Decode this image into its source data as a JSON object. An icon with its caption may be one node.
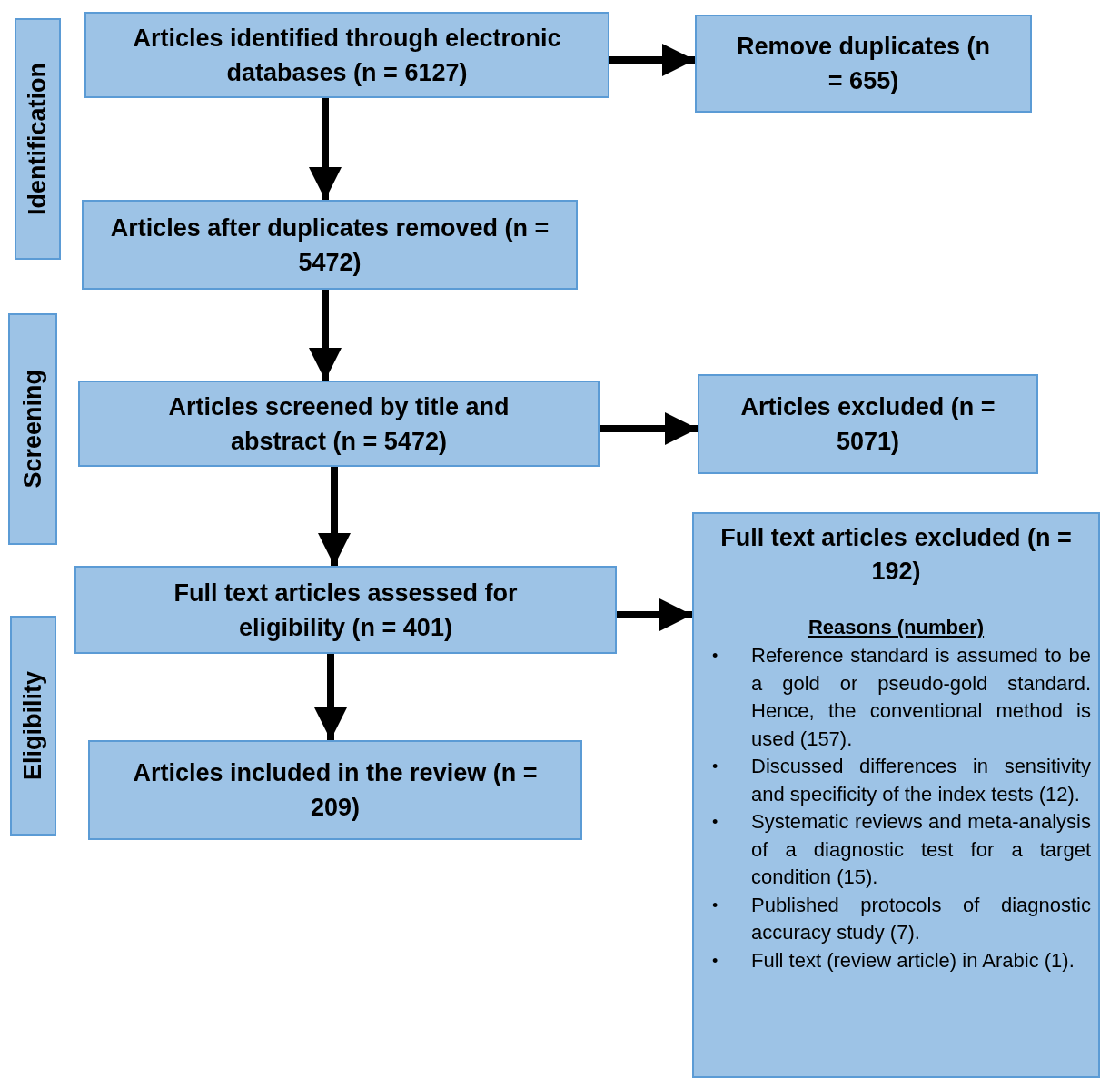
{
  "diagram": {
    "nodes": [
      {
        "text": [
          "Identification"
        ]
      },
      {
        "text": [
          "Articles identified through electronic databases (n = 6127)"
        ]
      },
      {
        "text": [
          "Remove duplicates (n = 655)"
        ]
      },
      {
        "text": [
          "Articles after duplicates removed (n = 5472)"
        ]
      },
      {
        "text": [
          "Screening"
        ]
      },
      {
        "text": [
          "Articles screened by title and abstract (n = 5472)"
        ]
      },
      {
        "text": [
          "Articles excluded (n = 5071)"
        ]
      },
      {
        "text": [
          "Eligibility"
        ]
      },
      {
        "text": [
          "Full text articles assessed for eligibility (n = 401)"
        ]
      },
      {
        "text": [
          "Full text articles excluded (n = 192)",
          "Reasons (number)",
          "•",
          "Reference standard is assumed to be a gold or pseudo-gold standard. Hence, the conventional method is used (157).",
          "•",
          "Discussed differences in sensitivity and specificity of the index tests (12).",
          "•",
          "Systematic reviews and meta-analysis of a diagnostic test for a target condition (15).",
          "•",
          "Published protocols of diagnostic accuracy study (7).",
          "•",
          "Full text (review article) in Arabic (1)."
        ]
      },
      {
        "text": [
          "Articles included in the review (n = 209)"
        ]
      }
    ],
    "edges": [
      {
        "from": 1,
        "to": 2,
        "arrow": "to"
      },
      {
        "from": 1,
        "to": 3,
        "arrow": "to"
      },
      {
        "from": 3,
        "to": 5,
        "arrow": "to"
      },
      {
        "from": 5,
        "to": 6,
        "arrow": "to"
      },
      {
        "from": 5,
        "to": 8,
        "arrow": "to"
      },
      {
        "from": 8,
        "to": 9,
        "arrow": "to"
      },
      {
        "from": 8,
        "to": 10,
        "arrow": "to"
      }
    ]
  }
}
